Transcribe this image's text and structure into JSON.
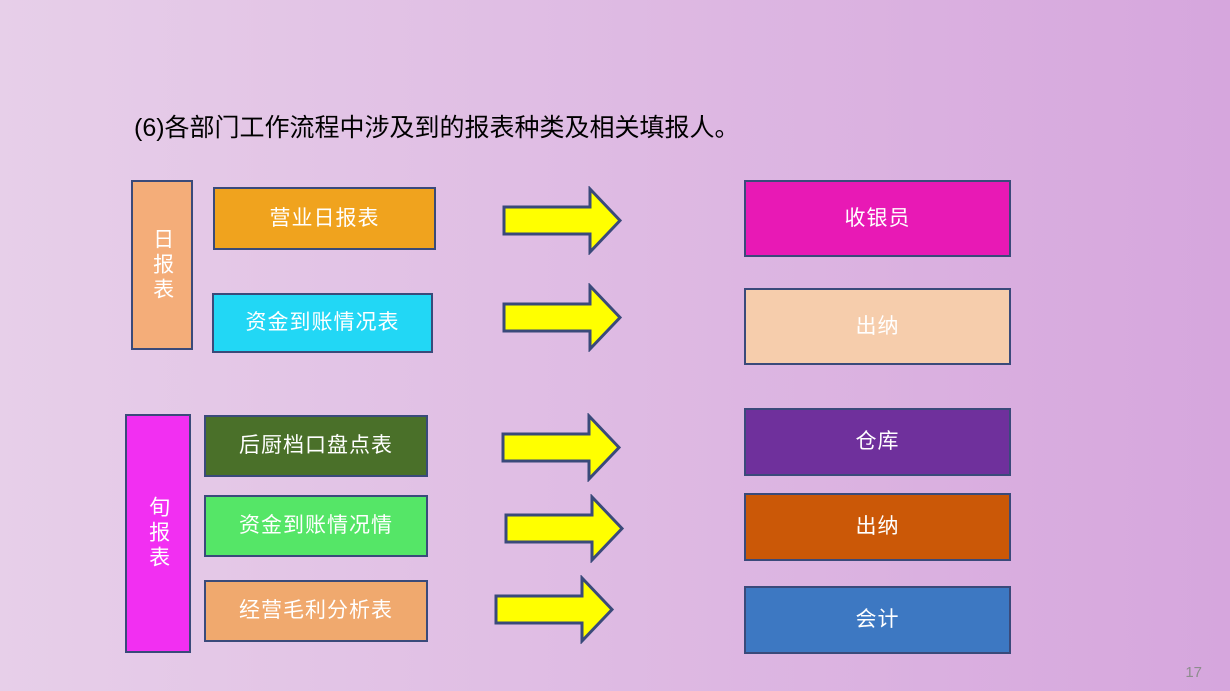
{
  "slide": {
    "title": "(6)各部门工作流程中涉及到的报表种类及相关填报人。",
    "page_number": "17",
    "background": {
      "gradient_start": "#e7cfe9",
      "gradient_end": "#d6a6dd"
    },
    "border_color": "#3a4a7a",
    "arrow_color": "#ffff00",
    "text_color": "#ffffff",
    "page_number_color": "#8d8d8d"
  },
  "groups": [
    {
      "category_label": "日报表",
      "category_color": "#f4ad79",
      "reports": [
        {
          "label": "营业日报表",
          "color": "#f0a31e"
        },
        {
          "label": "资金到账情况表",
          "color": "#22d7f5"
        }
      ],
      "owners": [
        {
          "label": "收银员",
          "color": "#e819b5"
        },
        {
          "label": "出纳",
          "color": "#f6cdac"
        }
      ],
      "arrows": [
        {
          "name": "arrow-daily-1"
        },
        {
          "name": "arrow-daily-2"
        }
      ]
    },
    {
      "category_label": "旬报表",
      "category_color": "#f22ff2",
      "reports": [
        {
          "label": "后厨档口盘点表",
          "color": "#4a7029"
        },
        {
          "label": "资金到账情况情",
          "color": "#55e667"
        },
        {
          "label": "经营毛利分析表",
          "color": "#f0a96e"
        }
      ],
      "owners": [
        {
          "label": "仓库",
          "color": "#6f309c"
        },
        {
          "label": "出纳",
          "color": "#cb5807"
        },
        {
          "label": "会计",
          "color": "#3d78c2"
        }
      ],
      "arrows": [
        {
          "name": "arrow-tenday-1"
        },
        {
          "name": "arrow-tenday-2"
        },
        {
          "name": "arrow-tenday-3"
        }
      ]
    }
  ]
}
